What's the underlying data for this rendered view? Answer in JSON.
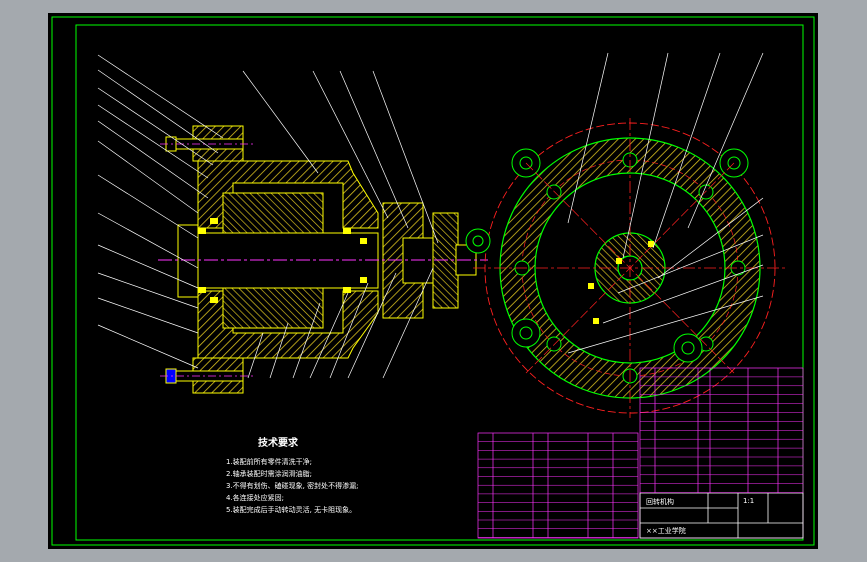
{
  "colors": {
    "window_bg": "#a4a9ae",
    "canvas_bg": "#000000",
    "frame": "#00ff00",
    "geometry": "#ffff00",
    "leader": "#ffffff",
    "centerline": "#ff2020",
    "shaft_axis": "#ff33ff",
    "table_line": "#ff33ff",
    "hatch": "#d8c020"
  },
  "technical_notes": {
    "title": "技术要求",
    "items": [
      "1.装配前所有零件清洗干净;",
      "2.轴承装配时需涂润滑油脂;",
      "3.不得有划伤、磕碰现象, 密封处不得渗漏;",
      "4.各连接处应紧固;",
      "5.装配完成后手动转动灵活, 无卡阻现象。"
    ]
  },
  "title_block": {
    "drawing_name": "回转机构",
    "org": "××工业学院",
    "scale_label": "1:1"
  }
}
